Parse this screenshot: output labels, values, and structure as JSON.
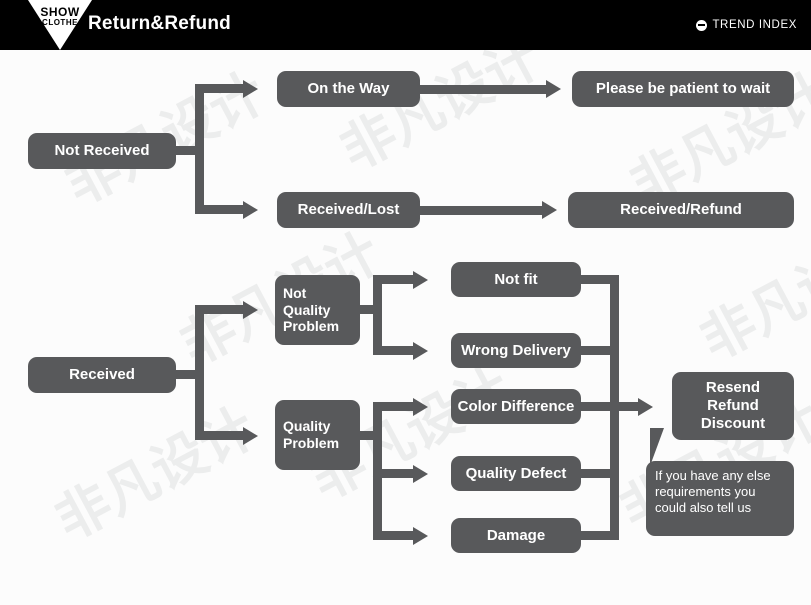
{
  "header": {
    "logo_primary": "SHOW",
    "logo_secondary": "CLOTHE",
    "title": "Return&Refund",
    "brand_label": "TREND INDEX",
    "brand_icon": "circle-arrow-icon",
    "background_color": "#000000",
    "text_color": "#ffffff"
  },
  "theme": {
    "node_color": "#58595b",
    "node_text_color": "#ffffff",
    "canvas_color": "#fcfcfc",
    "watermark_color": "#eceded"
  },
  "watermark": {
    "text": "非凡设计"
  },
  "flow": {
    "not_received": {
      "root": "Not Received",
      "branches": [
        {
          "stage": "On the Way",
          "outcome": "Please be patient to wait"
        },
        {
          "stage": "Received/Lost",
          "outcome": "Received/Refund"
        }
      ]
    },
    "received": {
      "root": "Received",
      "categories": [
        {
          "label": "Not\nQuality\nProblem",
          "line1": "Not",
          "line2": "Quality",
          "line3": "Problem",
          "reasons": [
            "Not fit",
            "Wrong Delivery"
          ]
        },
        {
          "label": "Quality\nProblem",
          "line1": "Quality",
          "line2": "Problem",
          "reasons": [
            "Color Difference",
            "Quality Defect",
            "Damage"
          ]
        }
      ],
      "resolution": {
        "line1": "Resend",
        "line2": "Refund",
        "line3": "Discount"
      },
      "note": "If you have any else requirements you could also tell us",
      "note_lines": {
        "line1": "If you have any else",
        "line2": "requirements you",
        "line3": "could also tell us"
      }
    }
  }
}
